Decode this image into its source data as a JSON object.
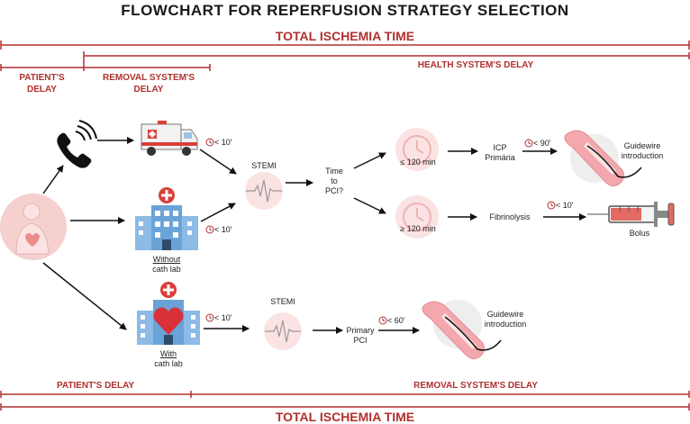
{
  "title": "FLOWCHART FOR REPERFUSION STRATEGY SELECTION",
  "top_total": "TOTAL ISCHEMIA TIME",
  "top_patient_delay": "PATIENT'S\nDELAY",
  "top_removal_delay": "REMOVAL SYSTEM'S\nDELAY",
  "top_health_delay": "HEALTH SYSTEM'S DELAY",
  "bottom_patient_delay": "PATIENT'S DELAY",
  "bottom_removal_delay": "REMOVAL SYSTEM'S DELAY",
  "bottom_total": "TOTAL ISCHEMIA TIME",
  "row1": {
    "ambulance_time": "< 10'",
    "hospital_time": "< 10'",
    "hospital_label_u": "Without",
    "hospital_label": "cath lab",
    "stemi": "STEMI",
    "decision": "Time\nto\nPCI?",
    "le120": "≤ 120 min",
    "ge120": "≥ 120 min",
    "icp": "ICP\nPrimária",
    "icp_time": "< 90'",
    "guidewire": "Guidewire\nintroduction",
    "fibrinolysis": "Fibrinolysis",
    "fib_time": "< 10'",
    "bolus": "Bolus"
  },
  "row2": {
    "hospital_label_u": "With",
    "hospital_label": "cath lab",
    "hospital_time": "< 10'",
    "stemi": "STEMI",
    "primary_pci": "Primary\nPCI",
    "pci_time": "< 60'",
    "guidewire": "Guidewire\nintroduction"
  },
  "colors": {
    "accent_red": "#b0302e",
    "pink": "#f6cfcf",
    "pink_light": "#fbe3e3",
    "building_blue": "#6aa3d8",
    "syringe_red": "#e26a62"
  }
}
